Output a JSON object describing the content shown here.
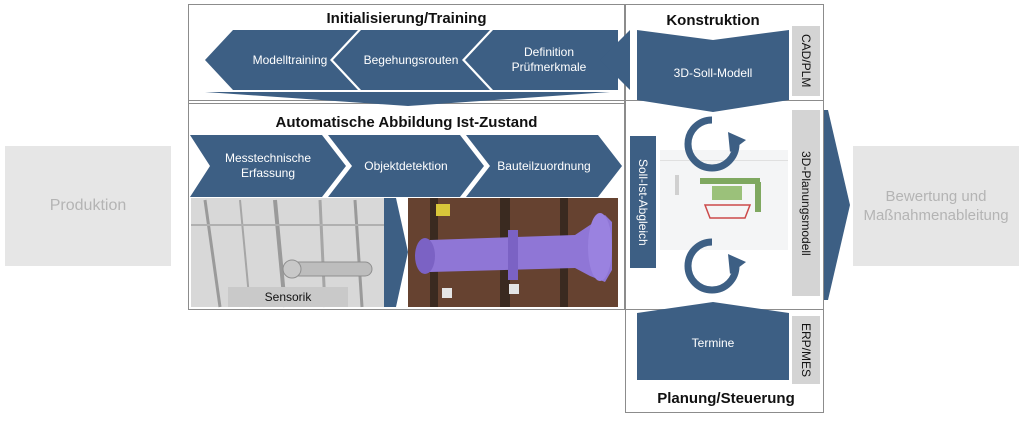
{
  "left_box": "Produktion",
  "right_box": "Bewertung und Maßnahmenableitung",
  "init": {
    "title": "Initialisierung/Training",
    "steps": [
      "Modelltraining",
      "Begehungsrouten",
      "Definition Prüfmerkmale"
    ]
  },
  "auto": {
    "title": "Automatische Abbildung Ist-Zustand",
    "steps": [
      "Messtechnische Erfassung",
      "Objektdetektion",
      "Bauteilzuordnung"
    ],
    "sensor_label": "Sensorik"
  },
  "construction": {
    "title": "Konstruktion",
    "arrow_label": "3D-Soll-Modell",
    "side_label": "CAD/PLM"
  },
  "planning": {
    "title": "Planung/Steuerung",
    "arrow_label": "Termine",
    "side_label": "ERP/MES"
  },
  "compare_label": "Soll-Ist-Abgleich",
  "model_label": "3D-Planungsmodell",
  "colors": {
    "blue": "#3d5f84",
    "gray_box": "#e6e6e6",
    "gray_text": "#b4b4b4"
  }
}
